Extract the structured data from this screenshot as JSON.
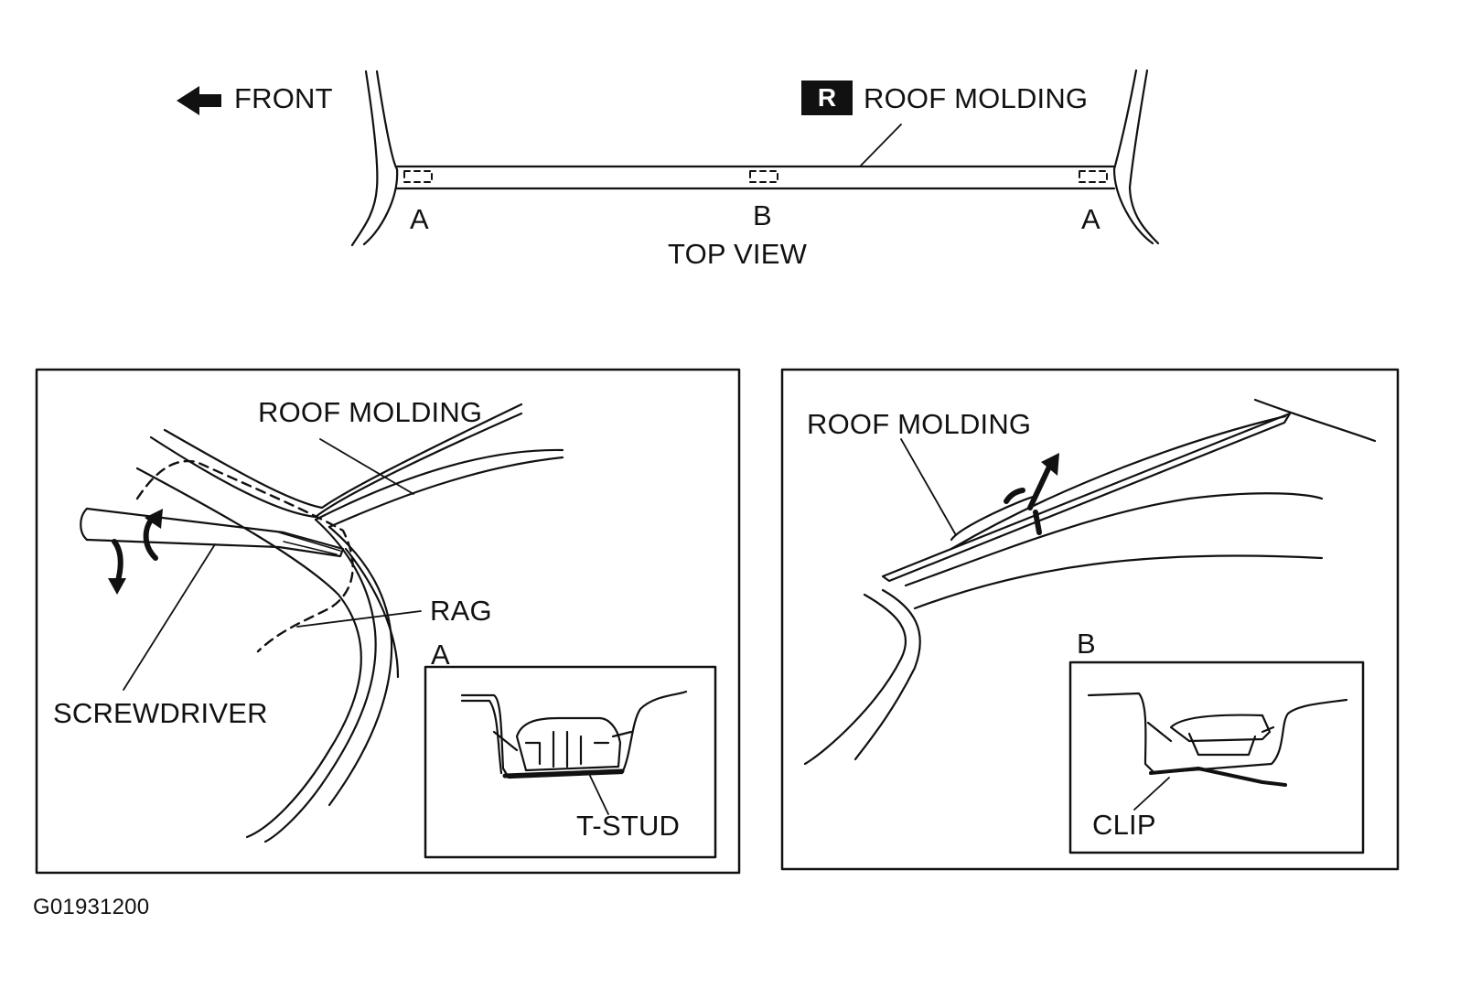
{
  "top_view": {
    "front_label": "FRONT",
    "badge": "R",
    "molding_label": "ROOF MOLDING",
    "clip_a_left": "A",
    "clip_b": "B",
    "clip_a_right": "A",
    "caption": "TOP VIEW"
  },
  "left_panel": {
    "roof_molding_label": "ROOF MOLDING",
    "rag_label": "RAG",
    "screwdriver_label": "SCREWDRIVER",
    "inset_letter": "A",
    "inset_label": "T-STUD"
  },
  "right_panel": {
    "roof_molding_label": "ROOF MOLDING",
    "inset_letter": "B",
    "inset_label": "CLIP"
  },
  "figure_id": "G01931200"
}
